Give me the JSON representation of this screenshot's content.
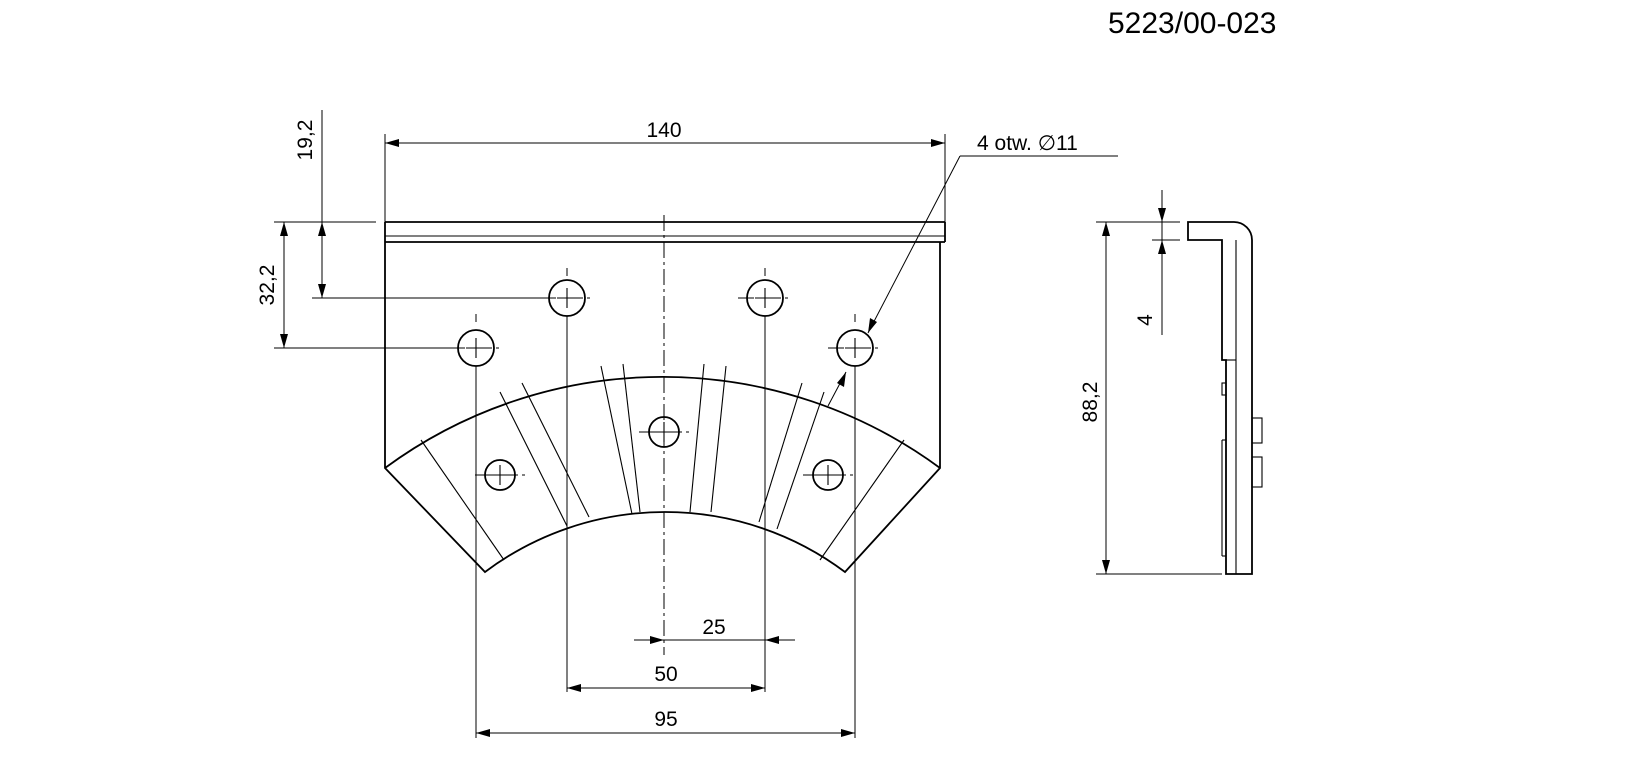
{
  "drawing": {
    "part_number": "5223/00-023",
    "note_holes": "4 otw. ∅11",
    "dimensions": {
      "overall_width": "140",
      "top_offset": "19,2",
      "outer_offset": "32,2",
      "thickness": "4",
      "height_side": "88,2",
      "half_spacing": "25",
      "inner_spacing": "50",
      "outer_spacing": "95"
    }
  }
}
